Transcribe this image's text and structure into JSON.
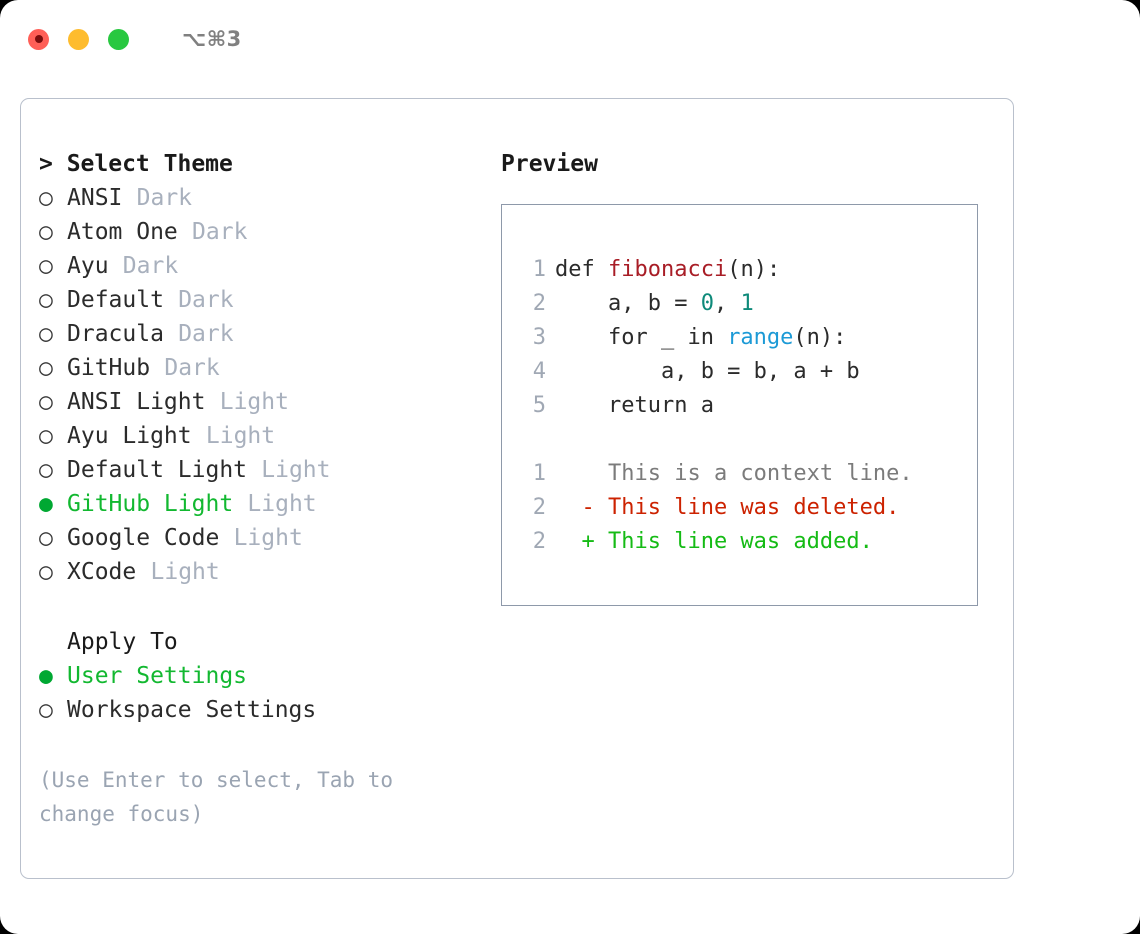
{
  "window": {
    "shortcut": "⌥⌘3",
    "traffic_lights": [
      {
        "name": "close",
        "color": "#ff5f57"
      },
      {
        "name": "minimize",
        "color": "#febc2e"
      },
      {
        "name": "maximize",
        "color": "#28c840"
      }
    ]
  },
  "colors": {
    "selected_green": "#12b830",
    "bullet_green": "#00a832",
    "muted_gray": "#a8b0bd",
    "hint_gray": "#9aa4b2",
    "panel_border": "#b9c0cc",
    "code_border": "#8e99aa",
    "fn_red": "#a81d26",
    "num_teal": "#0e8a7a",
    "call_blue": "#1c9ad6",
    "diff_del_red": "#cc2200",
    "diff_add_green": "#15bb15"
  },
  "theme_section": {
    "header": "> Select Theme",
    "marker_unselected": "○",
    "marker_selected": "●",
    "items": [
      {
        "label": "ANSI",
        "tag": "Dark",
        "selected": false
      },
      {
        "label": "Atom One",
        "tag": "Dark",
        "selected": false
      },
      {
        "label": "Ayu",
        "tag": "Dark",
        "selected": false
      },
      {
        "label": "Default",
        "tag": "Dark",
        "selected": false
      },
      {
        "label": "Dracula",
        "tag": "Dark",
        "selected": false
      },
      {
        "label": "GitHub",
        "tag": "Dark",
        "selected": false
      },
      {
        "label": "ANSI Light",
        "tag": "Light",
        "selected": false
      },
      {
        "label": "Ayu Light",
        "tag": "Light",
        "selected": false
      },
      {
        "label": "Default Light",
        "tag": "Light",
        "selected": false
      },
      {
        "label": "GitHub Light",
        "tag": "Light",
        "selected": true
      },
      {
        "label": "Google Code",
        "tag": "Light",
        "selected": false
      },
      {
        "label": "XCode",
        "tag": "Light",
        "selected": false
      }
    ]
  },
  "apply_to_section": {
    "header": "Apply To",
    "items": [
      {
        "label": "User Settings",
        "tag": "",
        "selected": true
      },
      {
        "label": "Workspace Settings",
        "tag": "",
        "selected": false
      }
    ]
  },
  "hint": "(Use Enter to select, Tab to change focus)",
  "preview": {
    "title": "Preview",
    "code_lines": [
      {
        "no": "1",
        "segments": [
          {
            "t": "def ",
            "c": "plain"
          },
          {
            "t": "fibonacci",
            "c": "fn"
          },
          {
            "t": "(n):",
            "c": "plain"
          }
        ]
      },
      {
        "no": "2",
        "segments": [
          {
            "t": "    a, b = ",
            "c": "plain"
          },
          {
            "t": "0",
            "c": "num"
          },
          {
            "t": ", ",
            "c": "plain"
          },
          {
            "t": "1",
            "c": "num"
          }
        ]
      },
      {
        "no": "3",
        "segments": [
          {
            "t": "    for _ in ",
            "c": "plain"
          },
          {
            "t": "range",
            "c": "call"
          },
          {
            "t": "(n):",
            "c": "plain"
          }
        ]
      },
      {
        "no": "4",
        "segments": [
          {
            "t": "        a, b = b, a + b",
            "c": "plain"
          }
        ]
      },
      {
        "no": "5",
        "segments": [
          {
            "t": "    return a",
            "c": "plain"
          }
        ]
      }
    ],
    "diff_lines": [
      {
        "no": "1",
        "kind": "ctx",
        "text": "  This is a context line."
      },
      {
        "no": "2",
        "kind": "del",
        "text": "- This line was deleted."
      },
      {
        "no": "2",
        "kind": "add",
        "text": "+ This line was added."
      }
    ]
  }
}
